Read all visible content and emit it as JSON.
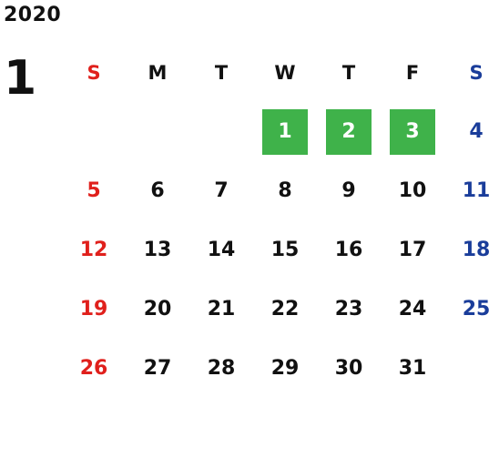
{
  "year": "2020",
  "month": "1",
  "weekdays": [
    "S",
    "M",
    "T",
    "W",
    "T",
    "F",
    "S"
  ],
  "weeks": [
    [
      "",
      "",
      "",
      "1",
      "2",
      "3",
      "4"
    ],
    [
      "5",
      "6",
      "7",
      "8",
      "9",
      "10",
      "11"
    ],
    [
      "12",
      "13",
      "14",
      "15",
      "16",
      "17",
      "18"
    ],
    [
      "19",
      "20",
      "21",
      "22",
      "23",
      "24",
      "25"
    ],
    [
      "26",
      "27",
      "28",
      "29",
      "30",
      "31",
      ""
    ]
  ],
  "highlighted_days": [
    "1",
    "2",
    "3"
  ],
  "colors": {
    "sunday": "#e0201c",
    "saturday": "#1a3d9a",
    "highlight": "#3fb24a"
  }
}
